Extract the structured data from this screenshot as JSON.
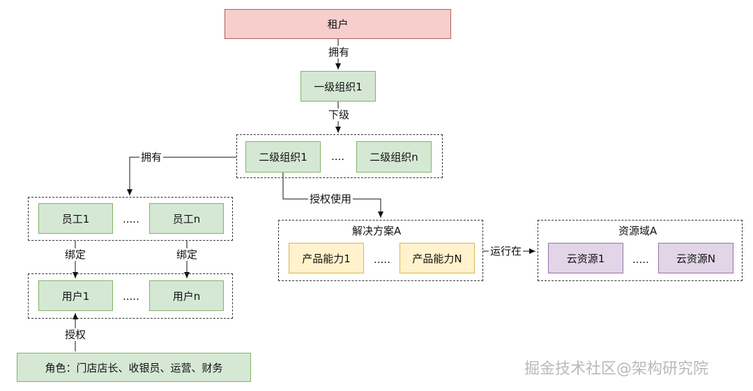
{
  "nodes": {
    "tenant": "租户",
    "org_level1": "一级组织1",
    "org_level2_1": "二级组织1",
    "org_level2_n": "二级组织n",
    "employee_1": "员工1",
    "employee_n": "员工n",
    "user_1": "用户1",
    "user_n": "用户n",
    "roles": "角色：门店店长、收银员、运营、财务",
    "solution_title": "解决方案A",
    "capability_1": "产品能力1",
    "capability_n": "产品能力N",
    "resource_title": "资源域A",
    "cloud_resource_1": "云资源1",
    "cloud_resource_n": "云资源N"
  },
  "edges": {
    "owns_1": "拥有",
    "subordinate": "下级",
    "owns_2": "拥有",
    "authorized_use": "授权使用",
    "runs_on": "运行在",
    "bind_1": "绑定",
    "bind_2": "绑定",
    "authorize": "授权"
  },
  "ellipsis": {
    "org": "....",
    "employee": ".....",
    "user": ".....",
    "capability": ".....",
    "resource": "....."
  },
  "watermark": "掘金技术社区@架构研究院",
  "colors": {
    "pink_fill": "#f8cecc",
    "green_fill": "#d5e8d4",
    "yellow_fill": "#fff2cc",
    "purple_fill": "#e1d5e7",
    "line": "#111111"
  }
}
